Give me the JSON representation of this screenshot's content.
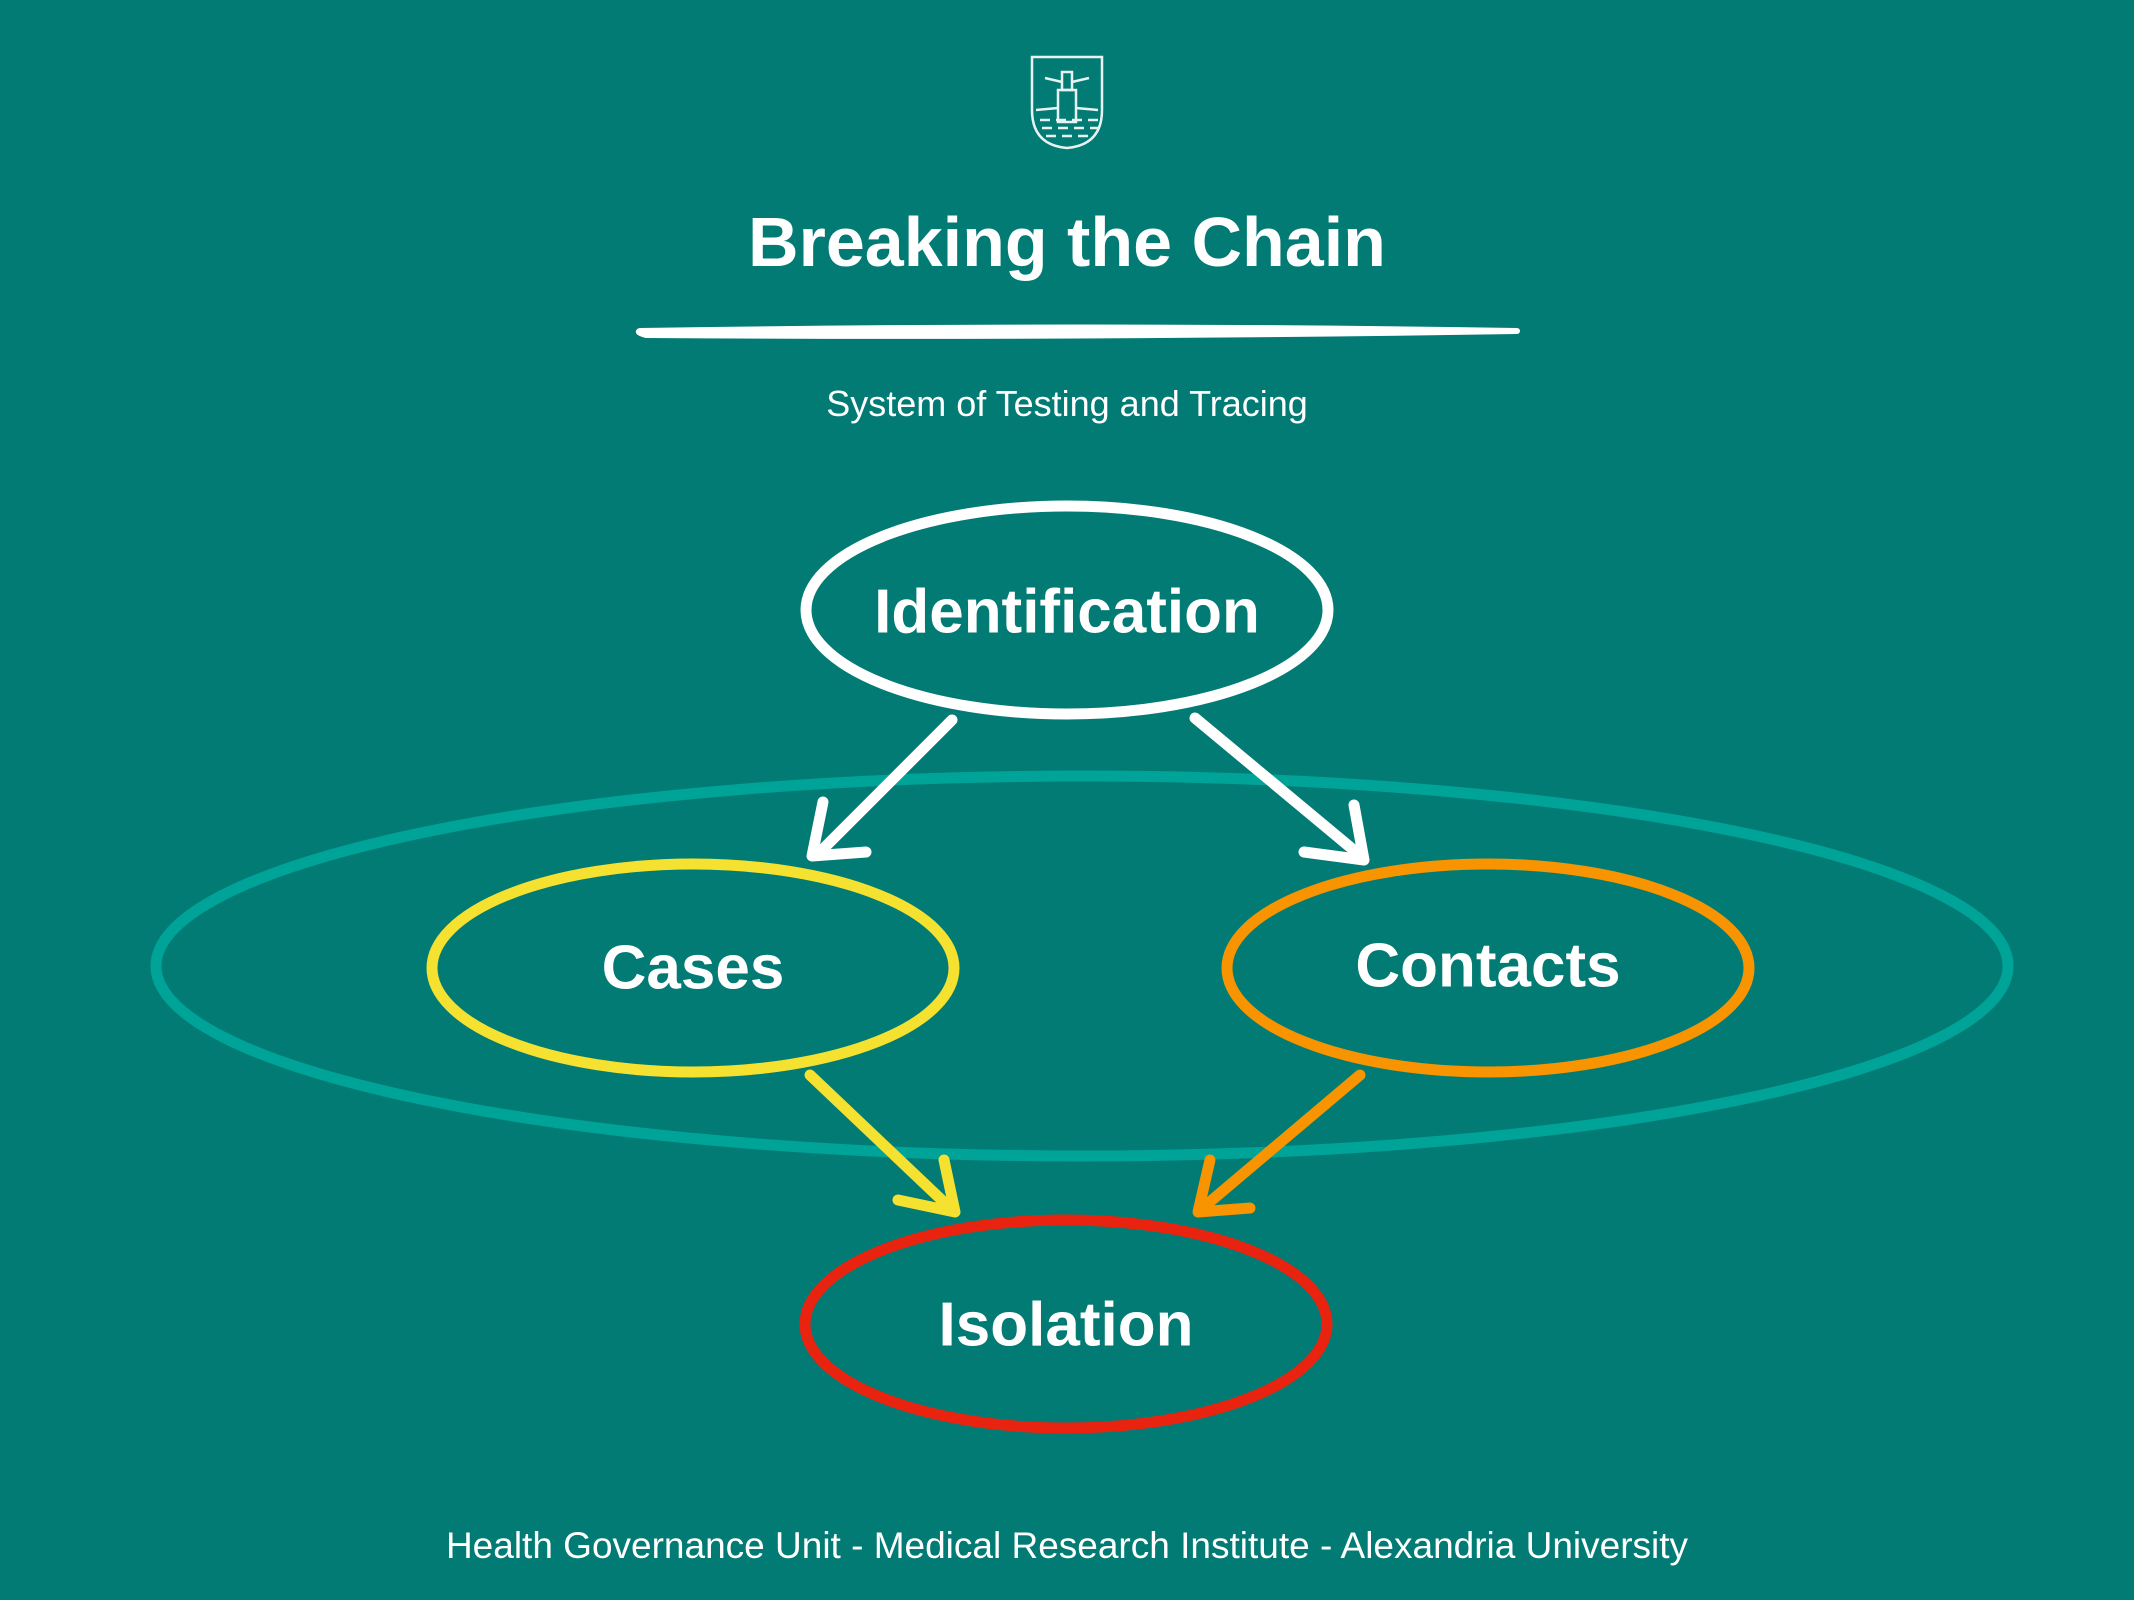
{
  "header": {
    "logo_name": "alexandria-lighthouse-emblem",
    "title": "Breaking the Chain",
    "subtitle": "System of Testing and Tracing"
  },
  "diagram": {
    "nodes": {
      "identification": {
        "label": "Identification",
        "color": "#ffffff"
      },
      "cases": {
        "label": "Cases",
        "color": "#f5e12f"
      },
      "contacts": {
        "label": "Contacts",
        "color": "#f79400"
      },
      "isolation": {
        "label": "Isolation",
        "color": "#e8230f"
      }
    },
    "group_color": "#00a398",
    "edges": [
      {
        "from": "identification",
        "to": "cases"
      },
      {
        "from": "identification",
        "to": "contacts"
      },
      {
        "from": "cases",
        "to": "isolation"
      },
      {
        "from": "contacts",
        "to": "isolation"
      }
    ]
  },
  "footer": {
    "text": "Health Governance Unit - Medical Research Institute - Alexandria University"
  }
}
